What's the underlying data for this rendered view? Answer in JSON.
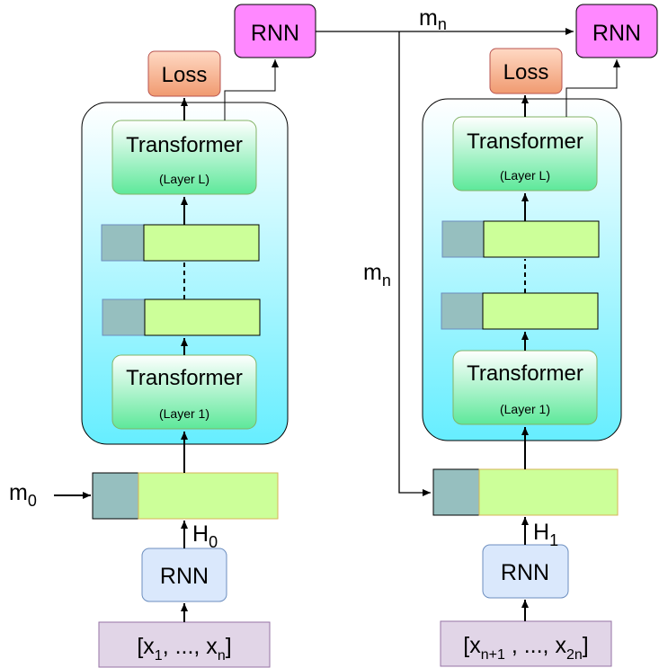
{
  "left": {
    "rnn_top": "RNN",
    "loss": "Loss",
    "transformer_top": {
      "title": "Transformer",
      "sub": "(Layer L)"
    },
    "transformer_bottom": {
      "title": "Transformer",
      "sub": "(Layer 1)"
    },
    "memory_label": {
      "base": "m",
      "sub": "0"
    },
    "hidden_label": {
      "base": "H",
      "sub": "0"
    },
    "rnn_bottom": "RNN",
    "input": {
      "open": "[x",
      "sub1": "1",
      "mid": ", ..., x",
      "sub2": "n",
      "close": "]"
    }
  },
  "right": {
    "rnn_top": "RNN",
    "loss": "Loss",
    "transformer_top": {
      "title": "Transformer",
      "sub": "(Layer L)"
    },
    "transformer_bottom": {
      "title": "Transformer",
      "sub": "(Layer 1)"
    },
    "hidden_label": {
      "base": "H",
      "sub": "1"
    },
    "rnn_bottom": "RNN",
    "input": {
      "open": "[x",
      "sub1": "n+1",
      "mid": " , ..., x",
      "sub2": "2n",
      "close": "]"
    }
  },
  "memory_top_label": {
    "base": "m",
    "sub": "n"
  },
  "memory_side_label": {
    "base": "m",
    "sub": "n"
  },
  "colors": {
    "rnn_top": "#ff88ff",
    "loss": "#f4a37a",
    "transformer": "#73e6a8",
    "cell_memory": "#96bfbf",
    "cell_hidden": "#ccff99",
    "rnn_bottom": "#dae8fc",
    "input": "#e1d5e7",
    "block_bg_top": "#ffffff",
    "block_bg_bottom": "#66eeff"
  }
}
